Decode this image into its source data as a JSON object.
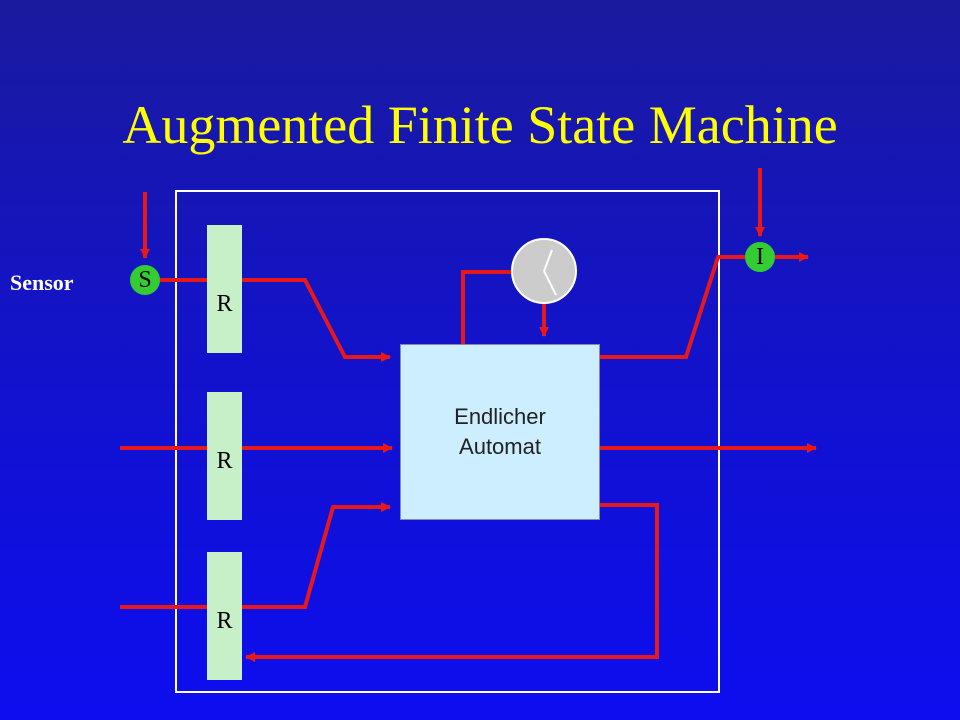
{
  "slide": {
    "title": "Augmented Finite State Machine",
    "sensor_label": "Sensor",
    "sensor_node": "S",
    "inhibitor_node": "I",
    "register_label": "R",
    "fsm_label_line1": "Endlicher",
    "fsm_label_line2": "Automat"
  },
  "colors": {
    "background": "#1313c8",
    "title": "#ffff00",
    "wire": "#e81818",
    "register": "#c8f0c8",
    "fsm": "#cceeff",
    "node": "#33cc33",
    "clock": "#cccccc"
  }
}
